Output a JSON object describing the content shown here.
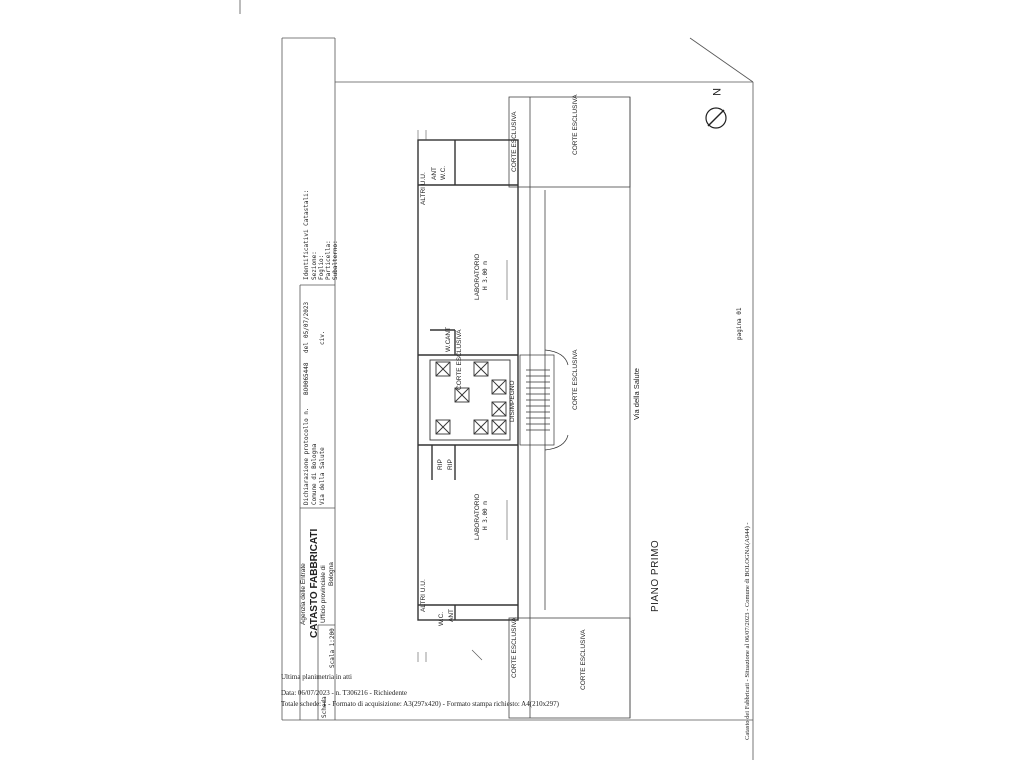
{
  "header": {
    "agency": "Agenzia delle Entrate",
    "cadastre": "CATASTO FABBRICATI",
    "office": "Ufficio provinciale di",
    "city": "Bologna"
  },
  "header_info": {
    "declaration": "Dichiarazione protocollo n.",
    "protocol": "BO0065448",
    "date_label": "del",
    "date": "05/07/2023",
    "municipality": "Comune di Bologna",
    "address": "Via della Salute",
    "civ": "civ."
  },
  "identifiers": {
    "title": "Identificativi Catastali:",
    "section": "Sezione:",
    "sheet": "Foglio:",
    "parcel": "Particella:",
    "subaltern": "Subalterno:"
  },
  "scale": {
    "sheet_label": "Scheda",
    "scale_label": "Scala 1:200"
  },
  "north": "N",
  "rooms": {
    "lab_upper": "LABORATORIO",
    "lab_upper_h": "H 3.00 m",
    "lab_lower": "LABORATORIO",
    "lab_lower_h": "H 3.00 m",
    "corte_center": "CORTE ESCLUSIVA",
    "disimpegno": "DISIMPEGNO",
    "altri_uu_top": "ALTRI U.U.",
    "altri_uu_bottom": "ALTRI U.U.",
    "ant_top": "ANT",
    "wc_top": "W.C.",
    "ant_mid": "ANT",
    "wc_mid": "W.C.",
    "rip_1": "RIP",
    "rip_2": "RIP",
    "ant_bottom": "ANT",
    "wc_bottom": "W.C.",
    "corte_r_top": "CORTE ESCLUSIVA",
    "corte_r_mid": "CORTE ESCLUSIVA",
    "corte_r_bottom": "CORTE ESCLUSIVA",
    "corte_right_top": "CORTE ESCLUSIVA",
    "corte_right_bottom": "CORTE ESCLUSIVA"
  },
  "street": "Via della Salute",
  "floor": "PIANO PRIMO",
  "page_label": "pagina 01",
  "footer_right": "Catasto dei Fabbricati - Situazione al 06/07/2023 - Comune di BOLOGNA(A944) -",
  "footer": {
    "line1": "Ultima planimetria in atti",
    "line2": "Data: 06/07/2023 - n. T306216 - Richiedente",
    "line3": "Totale schede: 1 - Formato di acquisizione: A3(297x420) - Formato stampa richiesto: A4(210x297)"
  }
}
